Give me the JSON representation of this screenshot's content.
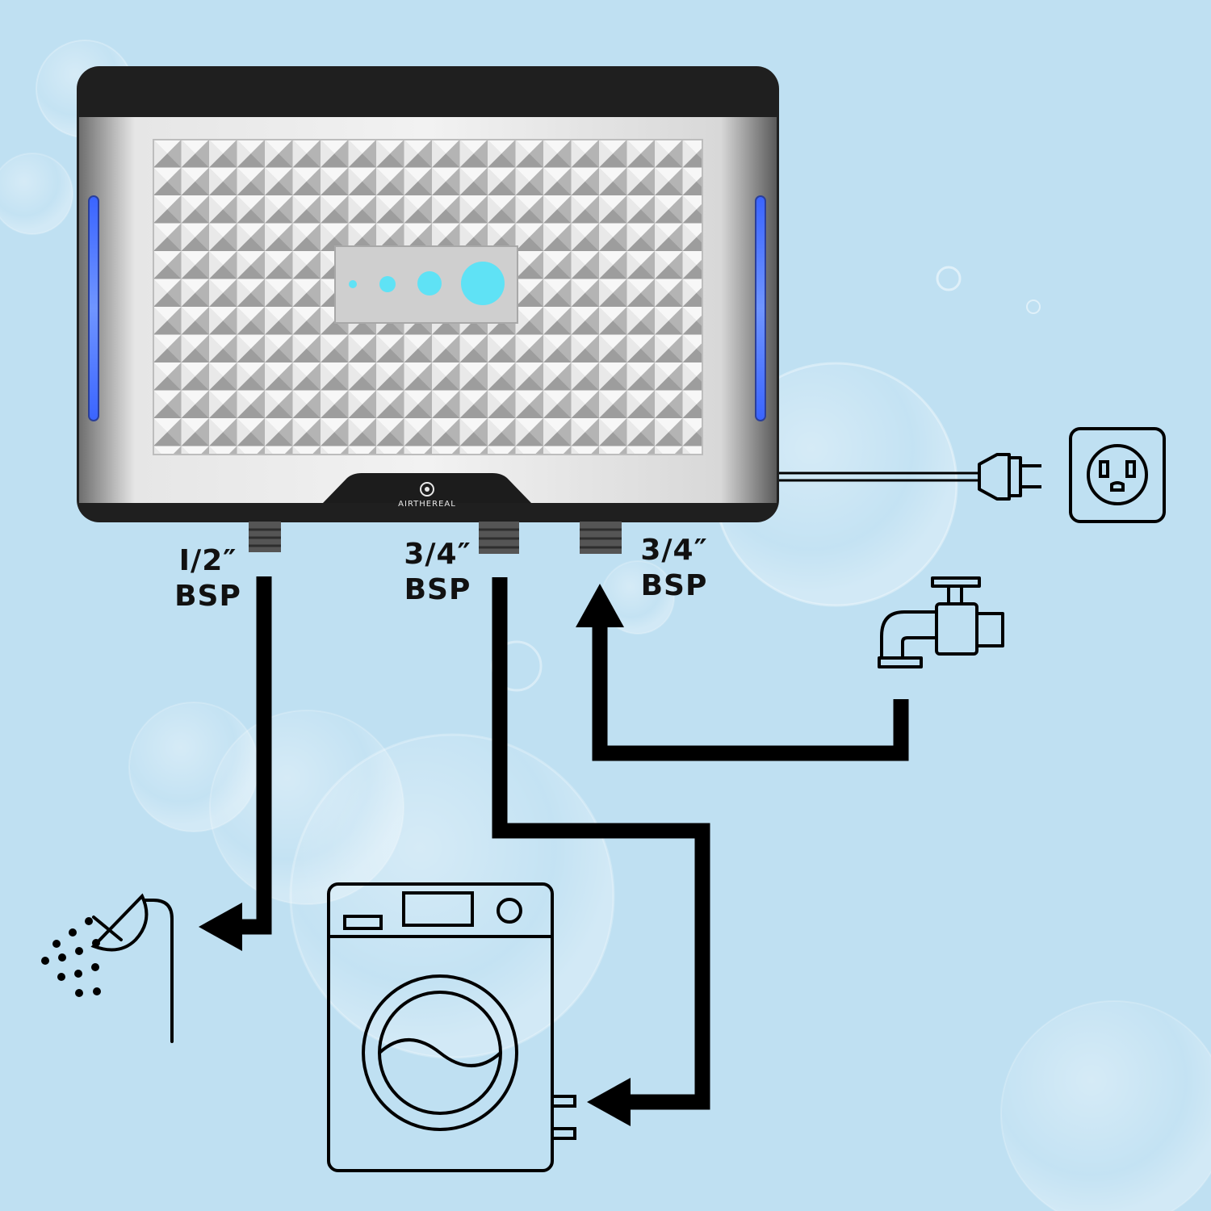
{
  "device": {
    "brand": "AIRTHEREAL",
    "indicator_color": "#5fe2f5",
    "side_light_color": "#4f7dff"
  },
  "ports": [
    {
      "size": "I/2″",
      "thread": "BSP",
      "connects_to": "shower"
    },
    {
      "size": "3/4″",
      "thread": "BSP",
      "connects_to": "washing-machine"
    },
    {
      "size": "3/4″",
      "thread": "BSP",
      "connects_from": "tap"
    }
  ],
  "colors": {
    "background": "#bfe0f2",
    "pipe": "#000000",
    "body_dark": "#1e1e1e",
    "body_steel": "#c9c9c9"
  },
  "icons": [
    "power-outlet-icon",
    "plug-icon",
    "water-tap-icon",
    "shower-head-icon",
    "washing-machine-icon"
  ]
}
